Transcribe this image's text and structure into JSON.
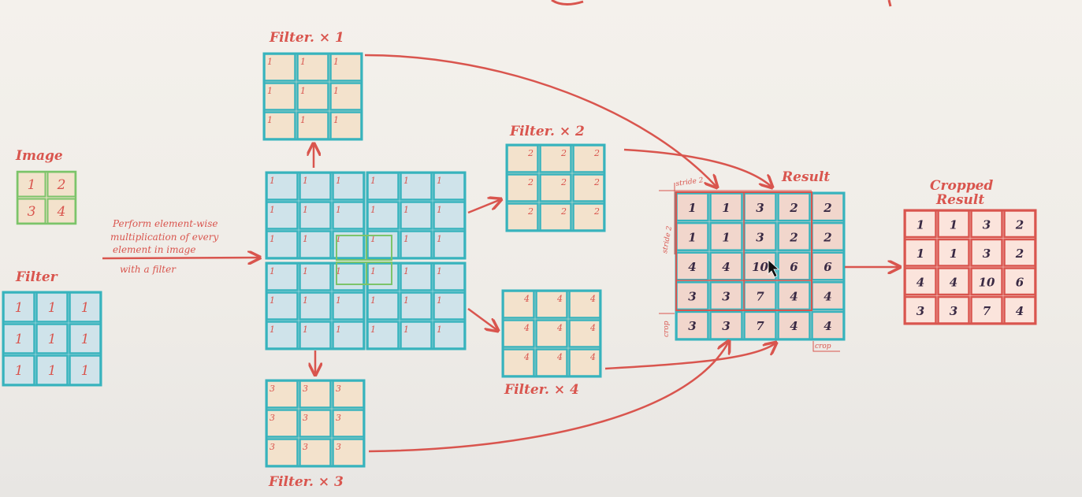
{
  "labels": {
    "image": "Image",
    "filter": "Filter",
    "filter_x1": "Filter. × 1",
    "filter_x2": "Filter. × 2",
    "filter_x3": "Filter. × 3",
    "filter_x4": "Filter. × 4",
    "result": "Result",
    "cropped_line1": "Cropped",
    "cropped_line2": "Result",
    "instruction": [
      "Perform element-wise",
      "multiplication of every",
      "element in image",
      "with a filter"
    ],
    "stride_top": "stride 2",
    "stride_left": "stride 2",
    "crop_left": "crop",
    "crop_bottom": "crop"
  },
  "image_matrix": [
    [
      "1",
      "2"
    ],
    [
      "3",
      "4"
    ]
  ],
  "filter_matrix": [
    [
      "1",
      "1",
      "1"
    ],
    [
      "1",
      "1",
      "1"
    ],
    [
      "1",
      "1",
      "1"
    ]
  ],
  "filter_x1_values": [
    [
      "1",
      "1",
      "1"
    ],
    [
      "1",
      "1",
      "1"
    ],
    [
      "1",
      "1",
      "1"
    ]
  ],
  "filter_x2_values": [
    [
      "2",
      "2",
      "2"
    ],
    [
      "2",
      "2",
      "2"
    ],
    [
      "2",
      "2",
      "2"
    ]
  ],
  "filter_x3_values": [
    [
      "3",
      "3",
      "3"
    ],
    [
      "3",
      "3",
      "3"
    ],
    [
      "3",
      "3",
      "3"
    ]
  ],
  "filter_x4_values": [
    [
      "4",
      "4",
      "4"
    ],
    [
      "4",
      "4",
      "4"
    ],
    [
      "4",
      "4",
      "4"
    ]
  ],
  "result_matrix": [
    [
      "1",
      "1",
      "3",
      "2",
      "2"
    ],
    [
      "1",
      "1",
      "3",
      "2",
      "2"
    ],
    [
      "4",
      "4",
      "10",
      "6",
      "6"
    ],
    [
      "3",
      "3",
      "7",
      "4",
      "4"
    ],
    [
      "3",
      "3",
      "7",
      "4",
      "4"
    ]
  ],
  "cropped_matrix": [
    [
      "1",
      "1",
      "3",
      "2"
    ],
    [
      "1",
      "1",
      "3",
      "2"
    ],
    [
      "4",
      "4",
      "10",
      "6"
    ],
    [
      "3",
      "3",
      "7",
      "4"
    ]
  ],
  "colors": {
    "teal": "#37b3bd",
    "red": "#d9554e",
    "green": "#7cc46a",
    "peach": "#f3e2cc",
    "lightblue": "#cfe3ea",
    "pinkish": "#f1d6cc",
    "redfill": "#fbe4dc"
  }
}
